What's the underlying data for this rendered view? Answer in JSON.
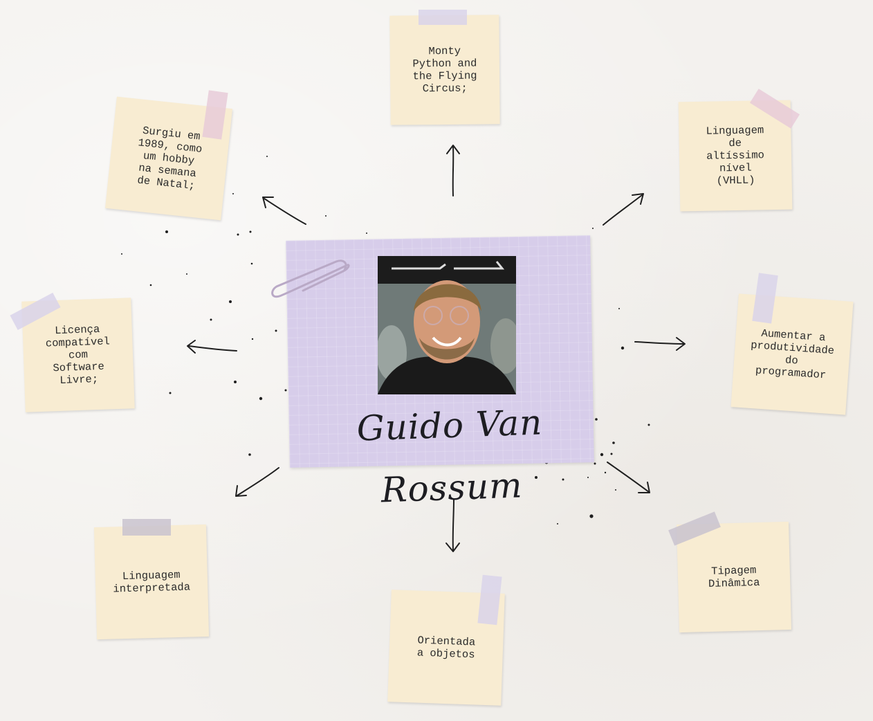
{
  "center": {
    "name": "Guido Van Rossum",
    "photo_label": "portrait-photo"
  },
  "notes": [
    {
      "id": "monty",
      "text": "Monty\nPython and\nthe Flying\nCircus;"
    },
    {
      "id": "origin",
      "text": "Surgiu em\n1989, como\num hobby\nna semana\nde Natal;"
    },
    {
      "id": "vhll",
      "text": "Linguagem\nde\naltíssimo\nnível\n(VHLL)"
    },
    {
      "id": "license",
      "text": "Licença\ncompatível\ncom\nSoftware\nLivre;"
    },
    {
      "id": "productivity",
      "text": "Aumentar a\nprodutividade\ndo\nprogramador"
    },
    {
      "id": "interpreted",
      "text": "Linguagem\ninterpretada"
    },
    {
      "id": "oop",
      "text": "Orientada\na objetos"
    },
    {
      "id": "typing",
      "text": "Tipagem\nDinâmica"
    }
  ],
  "colors": {
    "note": "#f8ecd2",
    "board": "#d7cdea",
    "ink": "#1d1d22"
  }
}
